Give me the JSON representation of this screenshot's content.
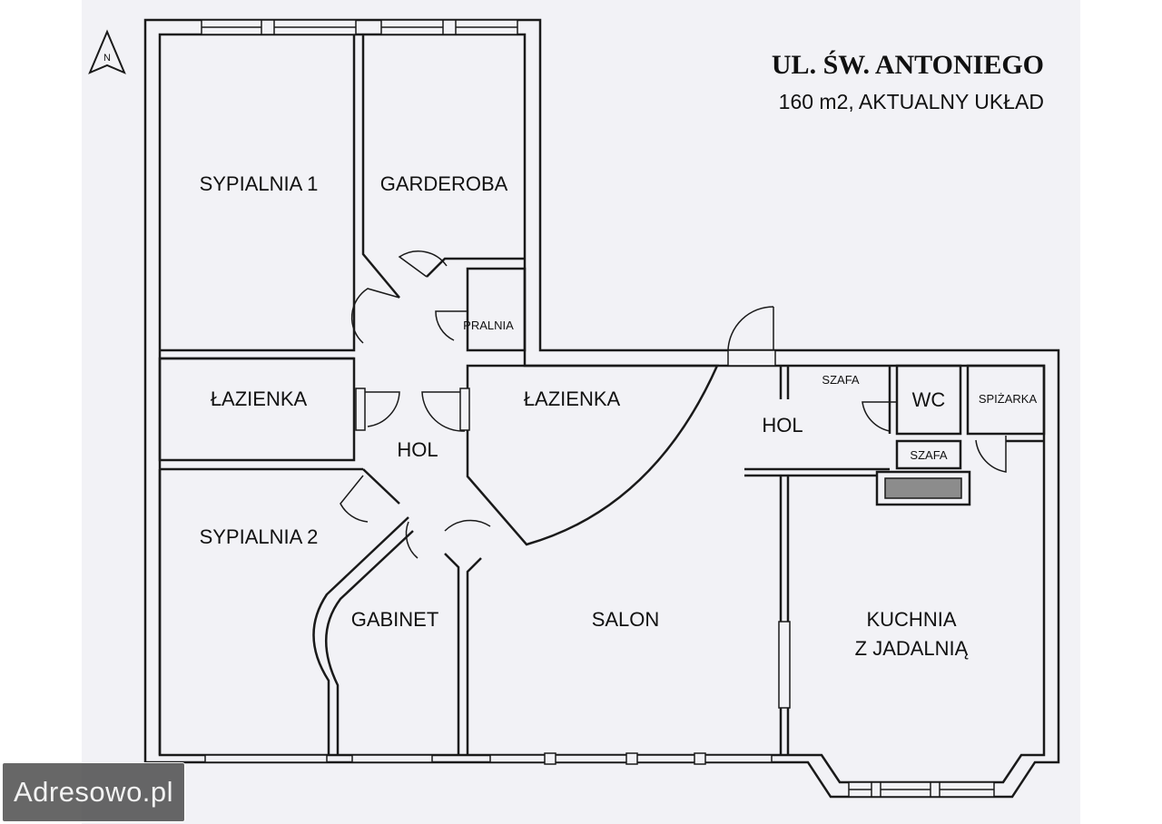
{
  "header": {
    "title": "UL. ŚW. ANTONIEGO",
    "subtitle": "160 m2, AKTUALNY UKŁAD"
  },
  "compass": {
    "letter": "N",
    "icon": "north-arrow-icon"
  },
  "rooms": {
    "sypialnia1": "SYPIALNIA 1",
    "garderoba": "GARDEROBA",
    "pralnia": "PRALNIA",
    "lazienka_left": "ŁAZIENKA",
    "hol_center": "HOL",
    "lazienka_center": "ŁAZIENKA",
    "hol_right": "HOL",
    "szafa_top": "SZAFA",
    "wc": "WC",
    "spizarka": "SPIŻARKA",
    "szafa_bottom": "SZAFA",
    "sypialnia2": "SYPIALNIA 2",
    "gabinet": "GABINET",
    "salon": "SALON",
    "kuchnia_line1": "KUCHNIA",
    "kuchnia_line2": "Z JADALNIĄ"
  },
  "watermark": "Adresowo.pl",
  "colors": {
    "background": "#f2f2f6",
    "wall": "#1a1a1a",
    "text": "#111111",
    "appliance": "#8c8c8c"
  }
}
